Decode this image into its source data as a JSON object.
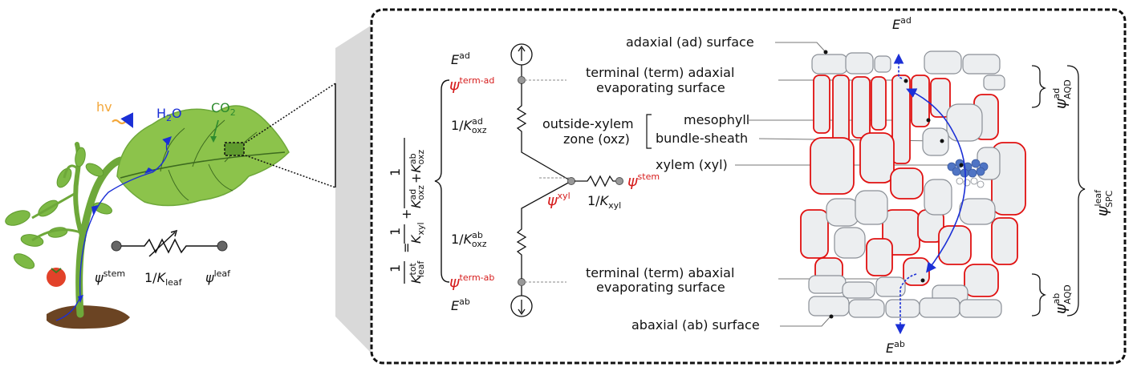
{
  "plant": {
    "light_label": "hv",
    "water_label": "H",
    "water_sub": "2",
    "water_tail": "O",
    "co2_label": "CO",
    "co2_sub": "2"
  },
  "resistor_strip": {
    "psi_symbol": "ψ",
    "stem_sup": "stem",
    "leaf_sup": "leaf",
    "k_label": "1/",
    "k_symbol": "K",
    "k_sub": "leaf"
  },
  "equation": {
    "one": "1",
    "k_symbol": "K",
    "k_tot_sup": "tot",
    "k_leaf_sub": "leaf",
    "equals": "=",
    "plus": "+",
    "k_xyl_sub": "xyl",
    "k_ad_sup": "ad",
    "k_ab_sup": "ab",
    "k_oxz_sub": "oxz"
  },
  "circuit": {
    "e_symbol": "E",
    "e_ad_sup": "ad",
    "e_ab_sup": "ab",
    "psi_symbol": "ψ",
    "term_ad_sup": "term-ad",
    "term_ab_sup": "term-ab",
    "xyl_sup": "xyl",
    "stem_sup": "stem",
    "k_prefix": "1/",
    "k_symbol": "K",
    "k_oxz_sub": "oxz",
    "k_ad_sup": "ad",
    "k_ab_sup": "ab",
    "k_xyl_sub": "xyl"
  },
  "labels": {
    "adaxial_surface": "adaxial (ad) surface",
    "terminal_adaxial_1": "terminal (term) adaxial",
    "terminal_adaxial_2": "evaporating surface",
    "outside_xylem_1": "outside-xylem",
    "outside_xylem_2": "zone (oxz)",
    "mesophyll": "mesophyll",
    "bundle_sheath": "bundle-sheath",
    "xylem": "xylem (xyl)",
    "terminal_abaxial_1": "terminal (term) abaxial",
    "terminal_abaxial_2": "evaporating surface",
    "abaxial_surface": "abaxial (ab) surface"
  },
  "right_brackets": {
    "psi_symbol": "ψ",
    "aqd_sub": "AQD",
    "ad_sup": "ad",
    "ab_sup": "ab",
    "spc_sub": "SPC",
    "leaf_sup": "leaf"
  },
  "colors": {
    "leaf_green": "#8cc34b",
    "leaf_dark": "#5f9a2e",
    "red_label": "#d61c1c",
    "arrow_blue": "#1b2fd6",
    "light_orange": "#f3a73a",
    "co2_green": "#2e8b2e",
    "cell_fill": "#eceef0",
    "cell_edge": "#8a8f96",
    "xylem_blue": "#4f74c4"
  }
}
